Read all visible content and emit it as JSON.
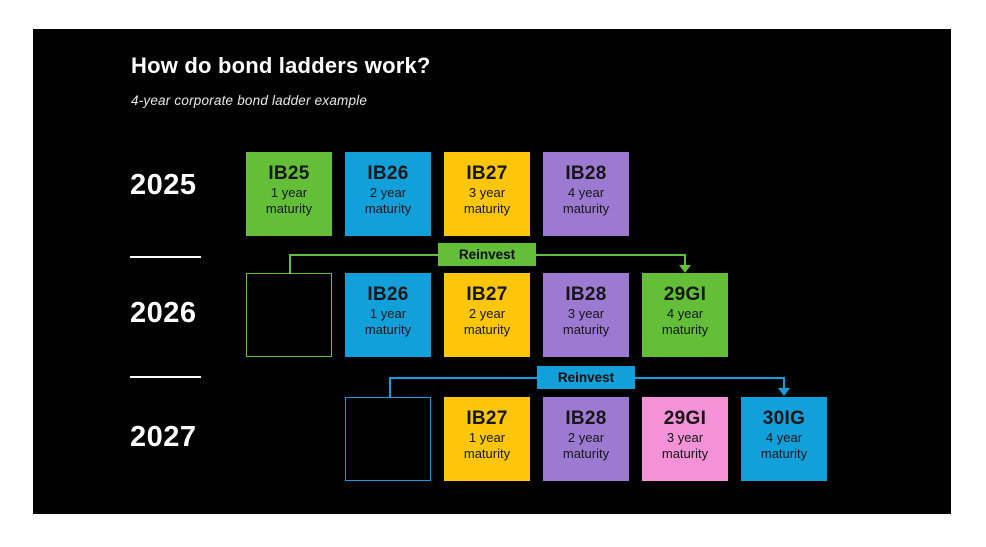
{
  "header": {
    "title": "How do bond ladders work?",
    "subtitle": "4-year corporate bond ladder example"
  },
  "colors": {
    "page": "#ffffff",
    "panel": "#000000",
    "green": "#63be38",
    "blue": "#12a0db",
    "yellow": "#fec60a",
    "purple": "#9d7ad2",
    "pink": "#f392d6",
    "white": "#ffffff",
    "text_dark": "#161616"
  },
  "rows": [
    {
      "year": "2025",
      "boxes": [
        {
          "ticker": "IB25",
          "term": "1 year",
          "label": "maturity",
          "color": "green"
        },
        {
          "ticker": "IB26",
          "term": "2 year",
          "label": "maturity",
          "color": "blue"
        },
        {
          "ticker": "IB27",
          "term": "3 year",
          "label": "maturity",
          "color": "yellow"
        },
        {
          "ticker": "IB28",
          "term": "4 year",
          "label": "maturity",
          "color": "purple"
        }
      ]
    },
    {
      "year": "2026",
      "empty_slot": "matured bond (proceeds reinvested)",
      "boxes": [
        {
          "ticker": "IB26",
          "term": "1 year",
          "label": "maturity",
          "color": "blue"
        },
        {
          "ticker": "IB27",
          "term": "2 year",
          "label": "maturity",
          "color": "yellow"
        },
        {
          "ticker": "IB28",
          "term": "3 year",
          "label": "maturity",
          "color": "purple"
        },
        {
          "ticker": "29GI",
          "term": "4 year",
          "label": "maturity",
          "color": "green"
        }
      ]
    },
    {
      "year": "2027",
      "empty_slot": "matured bond (proceeds reinvested)",
      "boxes": [
        {
          "ticker": "IB27",
          "term": "1 year",
          "label": "maturity",
          "color": "yellow"
        },
        {
          "ticker": "IB28",
          "term": "2 year",
          "label": "maturity",
          "color": "purple"
        },
        {
          "ticker": "29GI",
          "term": "3 year",
          "label": "maturity",
          "color": "pink"
        },
        {
          "ticker": "30IG",
          "term": "4 year",
          "label": "maturity",
          "color": "blue"
        }
      ]
    }
  ],
  "connectors": [
    {
      "label": "Reinvest",
      "color": "green"
    },
    {
      "label": "Reinvest",
      "color": "blue"
    }
  ]
}
